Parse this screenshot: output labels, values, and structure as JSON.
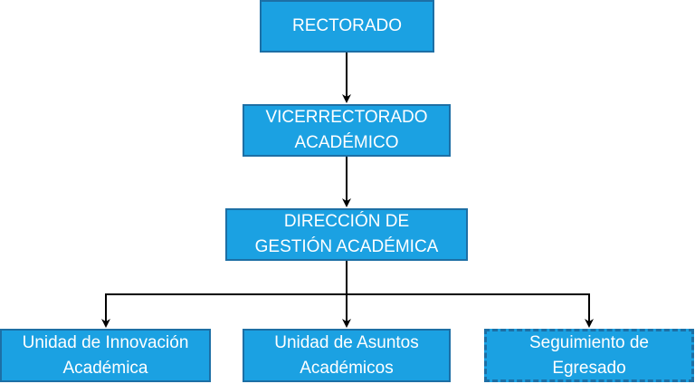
{
  "nodes": {
    "rectorado": "RECTORADO",
    "vicerrectorado": [
      "VICERRECTORADO",
      "ACADÉMICO"
    ],
    "direccion": [
      "DIRECCIÓN DE",
      "GESTIÓN ACADÉMICA"
    ],
    "innovacion": [
      "Unidad de Innovación",
      "Académica"
    ],
    "asuntos": [
      "Unidad de Asuntos",
      "Académicos"
    ],
    "seguimiento": [
      "Seguimiento de",
      "Egresado"
    ]
  },
  "colors": {
    "fill": "#1ba1e2",
    "stroke": "#1d6fa5",
    "edge": "#000000"
  }
}
